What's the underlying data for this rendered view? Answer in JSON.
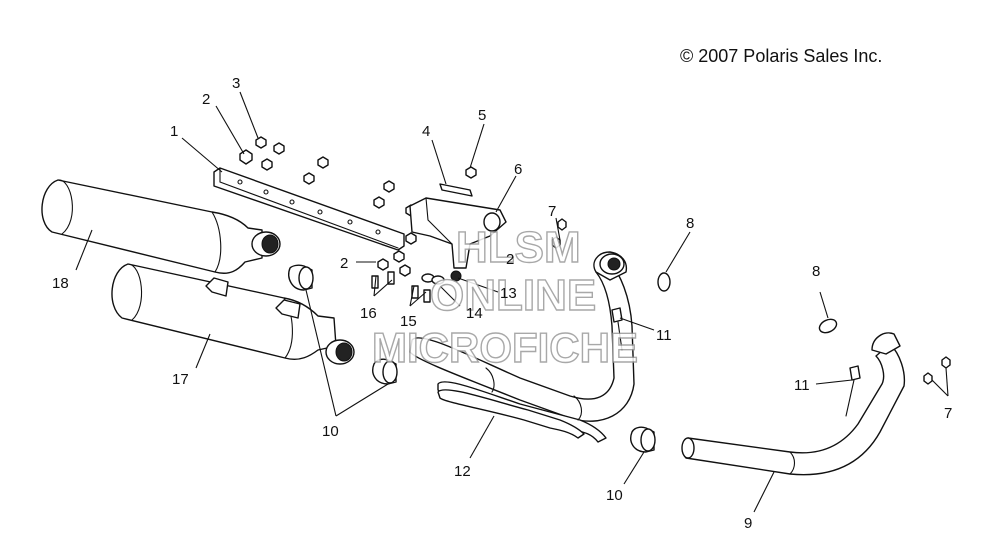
{
  "copyright": "© 2007 Polaris Sales Inc.",
  "watermark": {
    "line1": "HLSM",
    "line2": "ONLINE",
    "line3": "MICROFICHE"
  },
  "callouts": [
    {
      "id": "c-1",
      "label": "1"
    },
    {
      "id": "c-2a",
      "label": "2"
    },
    {
      "id": "c-3",
      "label": "3"
    },
    {
      "id": "c-4",
      "label": "4"
    },
    {
      "id": "c-5",
      "label": "5"
    },
    {
      "id": "c-6",
      "label": "6"
    },
    {
      "id": "c-7a",
      "label": "7"
    },
    {
      "id": "c-8a",
      "label": "8"
    },
    {
      "id": "c-2b",
      "label": "2"
    },
    {
      "id": "c-2c",
      "label": "2"
    },
    {
      "id": "c-13",
      "label": "13"
    },
    {
      "id": "c-14",
      "label": "14"
    },
    {
      "id": "c-15",
      "label": "15"
    },
    {
      "id": "c-16",
      "label": "16"
    },
    {
      "id": "c-11a",
      "label": "11"
    },
    {
      "id": "c-8b",
      "label": "8"
    },
    {
      "id": "c-11b",
      "label": "11"
    },
    {
      "id": "c-7b",
      "label": "7"
    },
    {
      "id": "c-18",
      "label": "18"
    },
    {
      "id": "c-17",
      "label": "17"
    },
    {
      "id": "c-10a",
      "label": "10"
    },
    {
      "id": "c-12",
      "label": "12"
    },
    {
      "id": "c-10b",
      "label": "10"
    },
    {
      "id": "c-9",
      "label": "9"
    }
  ]
}
